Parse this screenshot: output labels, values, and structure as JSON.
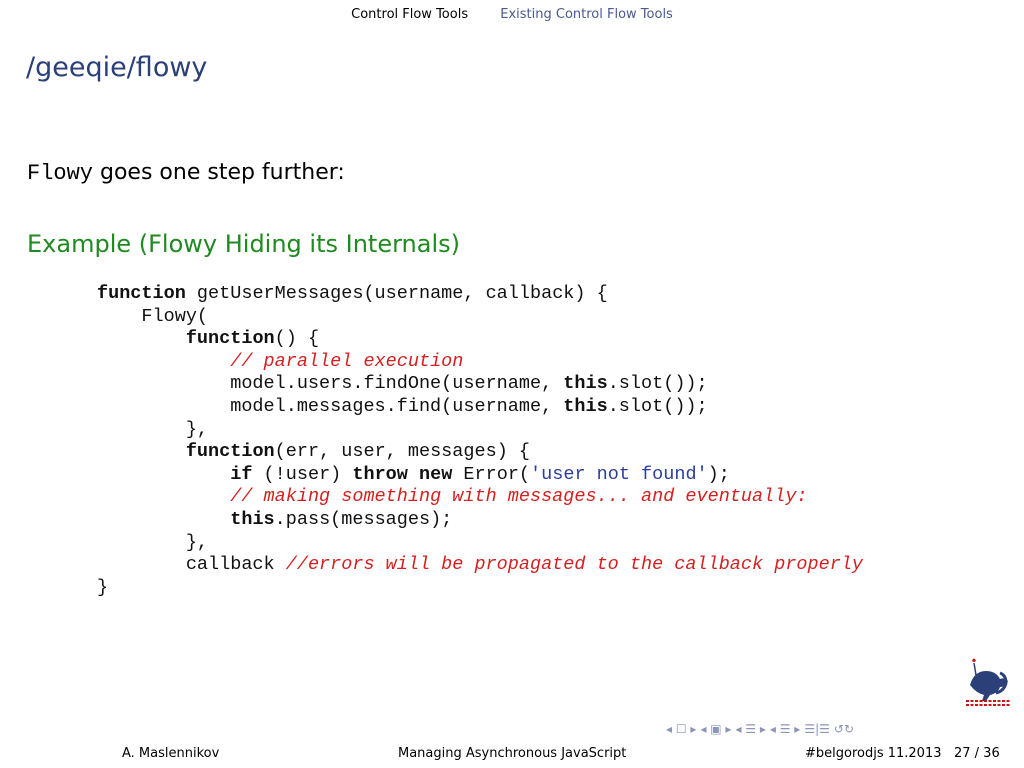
{
  "nav": {
    "section": "Control Flow Tools",
    "subsection": "Existing Control Flow Tools"
  },
  "frame": {
    "title": "/geeqie/flowy"
  },
  "intro": {
    "code_word": "Flowy",
    "text": " goes one step further:"
  },
  "example": {
    "title": "Example (Flowy Hiding its Internals)",
    "code_lines": [
      "function getUserMessages(username, callback) {",
      "    Flowy(",
      "        function() {",
      "            // parallel execution",
      "            model.users.findOne(username, this.slot());",
      "            model.messages.find(username, this.slot());",
      "        },",
      "        function(err, user, messages) {",
      "            if (!user) throw new Error('user not found');",
      "            // making something with messages... and eventually:",
      "            this.pass(messages);",
      "        },",
      "        callback //errors will be propagated to the callback properly",
      "}"
    ]
  },
  "footer": {
    "author": "A. Maslennikov",
    "talk": "Managing Asynchronous JavaScript",
    "event": "#belgorodjs 11.2013",
    "page": "27 / 36"
  },
  "icons": [
    "nav-frame-icon",
    "nav-subsection-icon",
    "nav-section-icon",
    "nav-doc-icon",
    "search-icon"
  ],
  "colors": {
    "title": "#2b3f78",
    "example": "#1f8a1f",
    "comment": "#d42020"
  }
}
